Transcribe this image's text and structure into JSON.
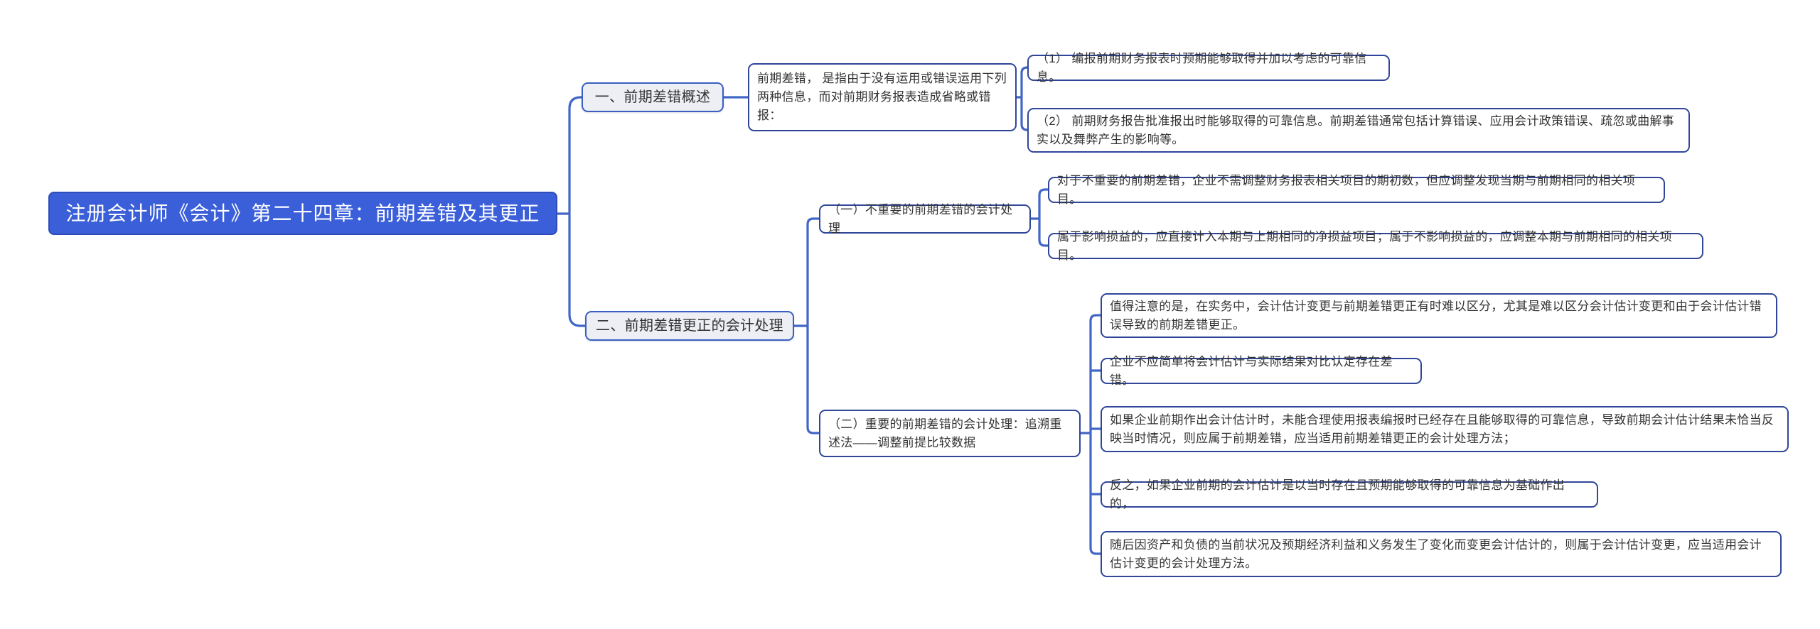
{
  "title": "注册会计师《会计》第二十四章：前期差错及其更正",
  "colors": {
    "root_bg": "#3B5FD8",
    "root_border": "#2E4CB8",
    "line_color": "#4266C6",
    "branch_fill": "#EDEFF4",
    "branch_border": "#3A5FC0",
    "leaf_fill": "#FFFFFF",
    "leaf_border": "#2F4699",
    "text_color": "#333333",
    "canvas_bg": "#FFFFFF"
  },
  "branch1": {
    "label": "一、前期差错概述",
    "definition": "前期差错， 是指由于没有运用或错误运用下列两种信息，而对前期财务报表造成省略或错报：",
    "items": [
      {
        "text": "（1） 编报前期财务报表时预期能够取得并加以考虑的可靠信息。"
      },
      {
        "text": "（2） 前期财务报告批准报出时能够取得的可靠信息。前期差错通常包括计算错误、应用会计政策错误、疏忽或曲解事实以及舞弊产生的影响等。"
      }
    ]
  },
  "branch2": {
    "label": "二、前期差错更正的会计处理",
    "sub1": {
      "label": "（一）不重要的前期差错的会计处理",
      "items": [
        {
          "text": "对于不重要的前期差错，企业不需调整财务报表相关项目的期初数，但应调整发现当期与前期相同的相关项目。"
        },
        {
          "text": "属于影响损益的，应直接计入本期与上期相同的净损益项目；属于不影响损益的，应调整本期与前期相同的相关项目。"
        }
      ]
    },
    "sub2": {
      "label": "（二）重要的前期差错的会计处理：追溯重述法——调整前提比较数据",
      "items": [
        {
          "text": "值得注意的是，在实务中，会计估计变更与前期差错更正有时难以区分，尤其是难以区分会计估计变更和由于会计估计错误导致的前期差错更正。"
        },
        {
          "text": "企业不应简单将会计估计与实际结果对比认定存在差错。"
        },
        {
          "text": "如果企业前期作出会计估计时，未能合理使用报表编报时已经存在且能够取得的可靠信息，导致前期会计估计结果未恰当反映当时情况，则应属于前期差错，应当适用前期差错更正的会计处理方法；"
        },
        {
          "text": "反之，如果企业前期的会计估计是以当时存在且预期能够取得的可靠信息为基础作出的，"
        },
        {
          "text": "随后因资产和负债的当前状况及预期经济利益和义务发生了变化而变更会计估计的，则属于会计估计变更，应当适用会计估计变更的会计处理方法。"
        }
      ]
    }
  }
}
